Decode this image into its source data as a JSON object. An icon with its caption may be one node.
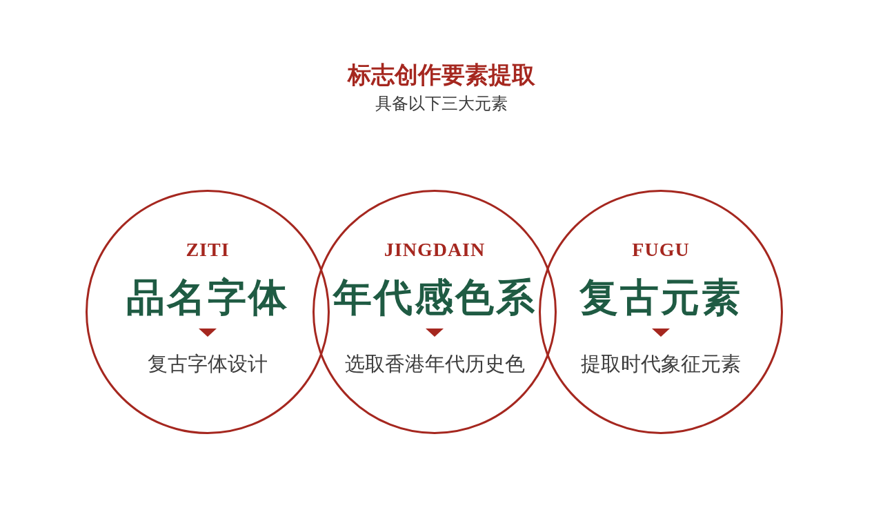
{
  "diagram": {
    "title": "标志创作要素提取",
    "nodes": [
      {
        "text": [
          "ZITI",
          "品名字体",
          "复古字体设计"
        ]
      },
      {
        "text": [
          "JINGDAIN",
          "年代感色系",
          "选取香港年代历史色"
        ]
      },
      {
        "text": [
          "FUGU",
          "复古元素",
          "提取时代象征元素"
        ]
      }
    ],
    "labels": [
      "具备以下三大元素"
    ]
  }
}
